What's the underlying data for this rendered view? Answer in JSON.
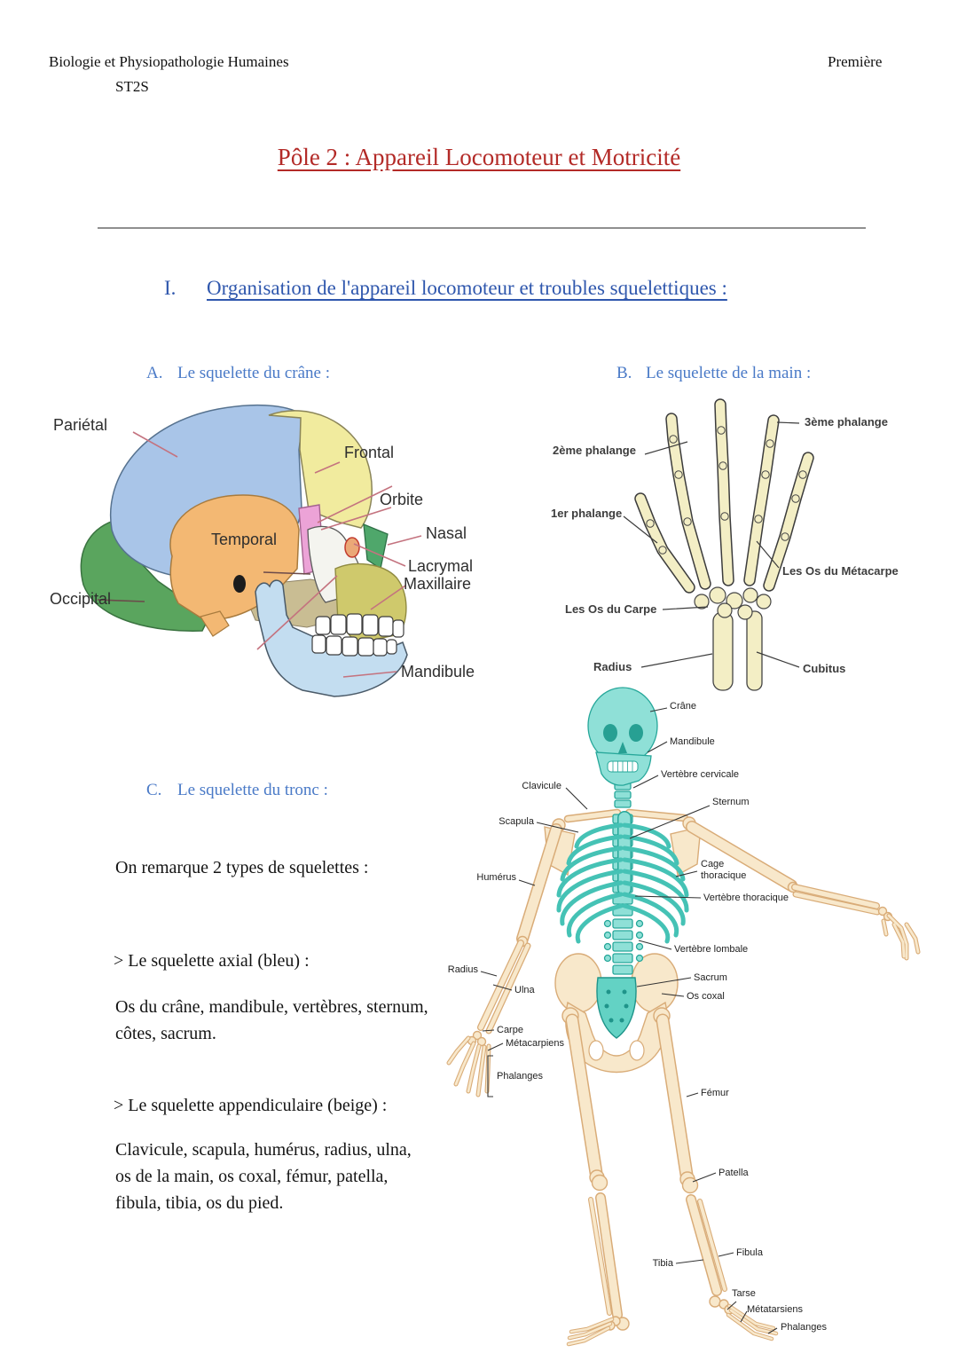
{
  "header": {
    "course": "Biologie et Physiopathologie Humaines",
    "track": "ST2S",
    "level": "Première"
  },
  "title": "Pôle 2 : Appareil Locomoteur et Motricité",
  "section": {
    "numeral": "I.",
    "heading": "Organisation de l'appareil locomoteur et troubles squelettiques :"
  },
  "subsections": {
    "a_letter": "A.",
    "a_label": "Le squelette du crâne :",
    "b_letter": "B.",
    "b_label": "Le squelette de la main :",
    "c_letter": "C.",
    "c_label": "Le squelette du tronc :"
  },
  "body": {
    "intro": "On remarque 2 types de squelettes :",
    "axial_title": "> Le squelette axial (bleu) :",
    "axial_line1": "Os du crâne, mandibule, vertèbres, sternum,",
    "axial_line2": "côtes, sacrum.",
    "appendicular_title": "> Le squelette appendiculaire (beige) :",
    "appendicular_line1": "Clavicule, scapula, humérus, radius, ulna,",
    "appendicular_line2": "os de la main, os coxal, fémur, patella,",
    "appendicular_line3": "fibula, tibia, os du pied."
  },
  "skull": {
    "labels": {
      "parietal": "Pariétal",
      "frontal": "Frontal",
      "orbite": "Orbite",
      "nasal": "Nasal",
      "lacrymal": "Lacrymal",
      "maxillaire": "Maxillaire",
      "temporal": "Temporal",
      "occipital": "Occipital",
      "mandibule": "Mandibule"
    },
    "colors": {
      "parietal": "#a9c5e8",
      "frontal": "#f1eb9e",
      "temporal": "#f3b873",
      "occipital": "#5aa55e",
      "sphenoid": "#eca3d7",
      "nasal": "#4fa76b",
      "maxillaire": "#cfc96c",
      "mandibule": "#c3ddf0"
    }
  },
  "hand": {
    "labels": {
      "phalange3": "3ème phalange",
      "phalange2": "2ème phalange",
      "phalange1": "1er phalange",
      "metacarpe": "Les Os du Métacarpe",
      "carpe": "Les Os du Carpe",
      "radius": "Radius",
      "cubitus": "Cubitus"
    },
    "bone_color": "#f3eec5"
  },
  "skeleton": {
    "labels": {
      "crane": "Crâne",
      "mandibule": "Mandibule",
      "vertebre_cervicale": "Vertèbre cervicale",
      "clavicule": "Clavicule",
      "sternum": "Sternum",
      "scapula": "Scapula",
      "humerus": "Humérus",
      "cage_thoracique": "Cage\nthoracique",
      "vertebre_thoracique": "Vertèbre thoracique",
      "vertebre_lombale": "Vertèbre lombale",
      "radius": "Radius",
      "ulna": "Ulna",
      "sacrum": "Sacrum",
      "os_coxal": "Os coxal",
      "carpe": "Carpe",
      "metacarpiens": "Métacarpiens",
      "phalanges_main": "Phalanges",
      "femur": "Fémur",
      "patella": "Patella",
      "fibula": "Fibula",
      "tibia": "Tibia",
      "tarse": "Tarse",
      "metatarsiens": "Métatarsiens",
      "phalanges_pied": "Phalanges"
    },
    "colors": {
      "axial": "#8fe0d7",
      "appendicular": "#f8e8cb"
    }
  }
}
